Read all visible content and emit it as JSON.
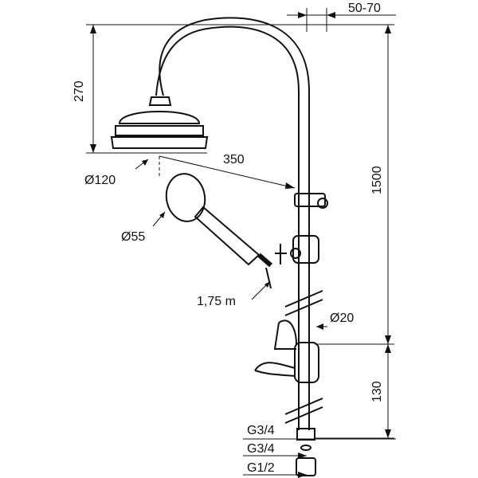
{
  "dimensions": {
    "column_offset": "50-70",
    "head_height": "270",
    "arm_reach": "350",
    "head_diameter": "Ø120",
    "column_height": "1500",
    "handshower_diameter": "Ø55",
    "hose_length": "1,75 m",
    "column_diameter": "Ø20",
    "valve_height": "130",
    "connection_1": "G3/4",
    "connection_2": "G3/4",
    "connection_3": "G1/2"
  }
}
